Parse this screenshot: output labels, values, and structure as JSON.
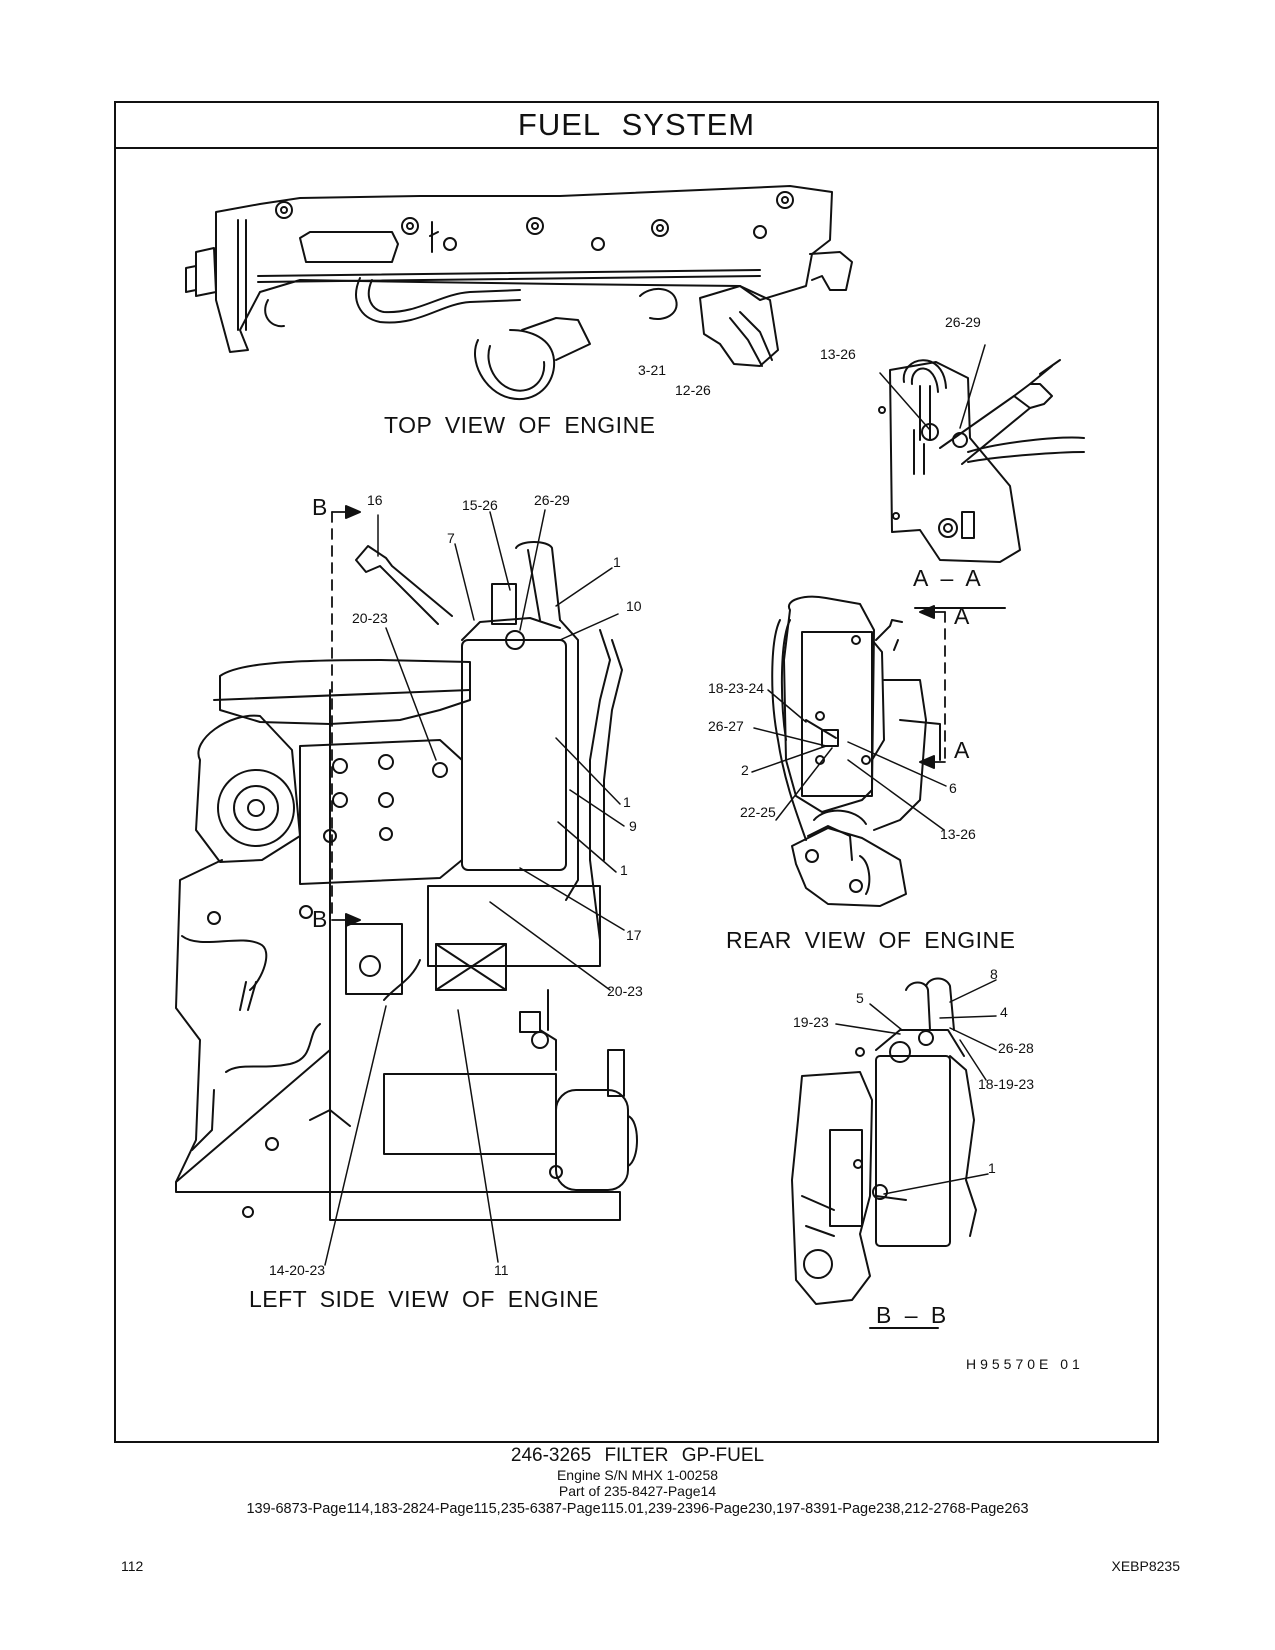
{
  "header": {
    "title": "FUEL SYSTEM"
  },
  "views": {
    "top": "TOP VIEW OF ENGINE",
    "rear": "REAR VIEW OF ENGINE",
    "left": "LEFT SIDE VIEW OF ENGINE",
    "section_aa": "A – A",
    "section_bb": "B – B"
  },
  "section_markers": {
    "a": "A",
    "b": "B"
  },
  "callouts": {
    "top": [
      "3-21",
      "12-26"
    ],
    "aa": [
      "26-29",
      "13-26"
    ],
    "left": [
      "16",
      "15-26",
      "26-29",
      "7",
      "1",
      "10",
      "20-23",
      "1",
      "9",
      "1",
      "17",
      "20-23",
      "14-20-23",
      "11"
    ],
    "rear": [
      "18-23-24",
      "26-27",
      "2",
      "22-25",
      "6",
      "13-26"
    ],
    "bb": [
      "8",
      "5",
      "4",
      "19-23",
      "26-28",
      "18-19-23",
      "1"
    ]
  },
  "drawing_id": "H95570E 01",
  "footer": {
    "part_title": "246-3265 FILTER GP-FUEL",
    "serial": "Engine S/N MHX 1-00258",
    "part_of": "Part of 235-8427-Page14",
    "page_refs": "139-6873-Page114,183-2824-Page115,235-6387-Page115.01,239-2396-Page230,197-8391-Page238,212-2768-Page263",
    "page_number": "112",
    "doc_code": "XEBP8235"
  }
}
